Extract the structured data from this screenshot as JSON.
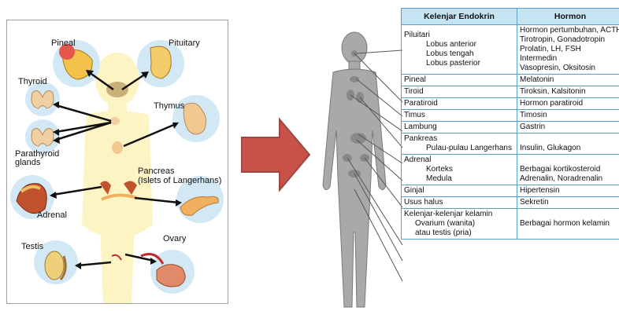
{
  "left_panel": {
    "labels": {
      "pineal": "Pineal",
      "pituitary": "Pituitary",
      "thyroid": "Thyroid",
      "thymus": "Thymus",
      "parathyroid": "Parathyroid",
      "glands": "glands",
      "pancreas": "Pancreas",
      "islets": "(Islets of Langerhans)",
      "adrenal": "Adrenal",
      "testis": "Testis",
      "ovary": "Ovary"
    }
  },
  "center_arrow": {
    "color": "#c8524a",
    "icon": "right-arrow-icon"
  },
  "table": {
    "headers": [
      "Kelenjar Endokrin",
      "Hormon"
    ],
    "rows": [
      {
        "gland": [
          "Piluitari",
          "Lobus anterior",
          "Lobus tengah",
          "Lobus pasterior"
        ],
        "hormone": [
          "Hormon pertumbuhan, ACTH",
          "Tirotropin, Gonadotropin",
          "Prolatin, LH, FSH",
          "Intermedin",
          "Vasopresin, Oksitosin"
        ]
      },
      {
        "gland": [
          "Pineal"
        ],
        "hormone": [
          "Melatonin"
        ]
      },
      {
        "gland": [
          "Tiroid"
        ],
        "hormone": [
          "Tiroksin, Kalsitonin"
        ]
      },
      {
        "gland": [
          "Paratiroid"
        ],
        "hormone": [
          "Hormon paratiroid"
        ]
      },
      {
        "gland": [
          "Timus"
        ],
        "hormone": [
          "Timosin"
        ]
      },
      {
        "gland": [
          "Lambung"
        ],
        "hormone": [
          "Gastrin"
        ]
      },
      {
        "gland": [
          "Pankreas",
          "Pulau-pulau Langerhans"
        ],
        "hormone": [
          "",
          "Insulin, Glukagon"
        ]
      },
      {
        "gland": [
          "Adrenal",
          "Korteks",
          "Medula"
        ],
        "hormone": [
          "",
          "Berbagai kortikosteroid",
          "Adrenalin, Noradrenalin"
        ]
      },
      {
        "gland": [
          "Ginjal"
        ],
        "hormone": [
          "Hipertensin"
        ]
      },
      {
        "gland": [
          "Usus halus"
        ],
        "hormone": [
          "Sekretin"
        ]
      },
      {
        "gland": [
          "Kelenjar-kelenjar kelamin",
          "Ovarium (wanita)",
          "atau testis (pria)"
        ],
        "hormone": [
          "Berbagai hormon kelamin"
        ]
      }
    ]
  },
  "colors": {
    "table_header": "#c6e3f2",
    "table_border": "#5a9fc4",
    "glow": "#cfe6f4",
    "gland": "#f0c060"
  }
}
